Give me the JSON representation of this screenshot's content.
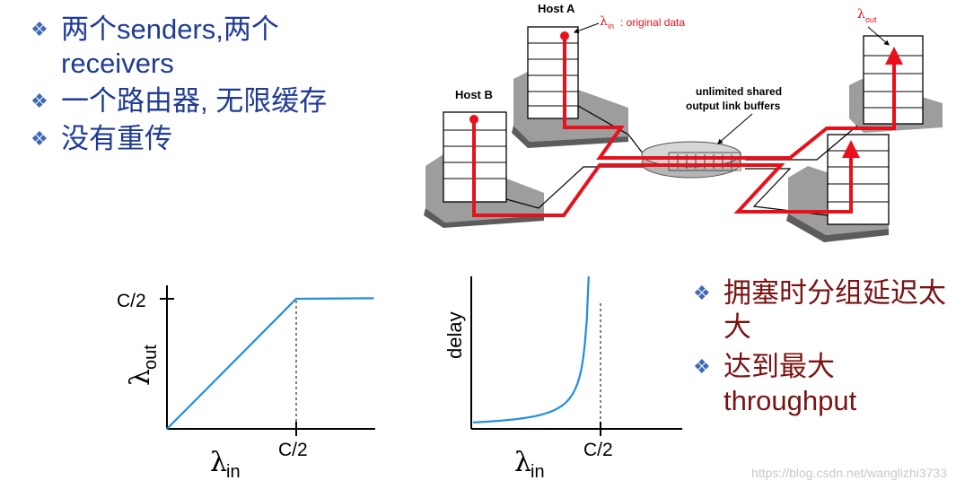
{
  "bullets_top": [
    {
      "text": "两个senders,两个receivers"
    },
    {
      "text": "一个路由器, 无限缓存"
    },
    {
      "text": "没有重传"
    }
  ],
  "bullets_right": [
    {
      "text": "拥塞时分组延迟太大"
    },
    {
      "text": "达到最大throughput"
    }
  ],
  "network": {
    "host_a": "Host A",
    "host_b": "Host B",
    "lambda_in_symbol": "λ",
    "lambda_in_sub": "in",
    "lambda_in_desc": ": original data",
    "lambda_out_symbol": "λ",
    "lambda_out_sub": "out",
    "router_label_1": "unlimited shared",
    "router_label_2": "output link buffers"
  },
  "chart_data": [
    {
      "type": "line",
      "title": "",
      "xlabel": "λin",
      "ylabel": "λout",
      "x_ticks": [
        "C/2"
      ],
      "y_ticks": [
        "C/2"
      ],
      "series": [
        {
          "values": [
            [
              0,
              0
            ],
            [
              0.5,
              0.5
            ],
            [
              0.8,
              0.502
            ]
          ]
        }
      ]
    },
    {
      "type": "line",
      "title": "",
      "xlabel": "λin",
      "ylabel": "delay",
      "x_ticks": [
        "C/2"
      ],
      "asymptote_x": "C/2",
      "series": [
        {
          "values": "delay grows without bound as λin approaches C/2"
        }
      ]
    }
  ],
  "charts_text": {
    "c1_ytick": "C/2",
    "c1_xtick": "C/2",
    "c1_ylabel_main": "λ",
    "c1_ylabel_sub": "out",
    "c1_xlabel_main": "λ",
    "c1_xlabel_sub": "in",
    "c2_ylabel": "delay",
    "c2_xtick": "C/2",
    "c2_xlabel_main": "λ",
    "c2_xlabel_sub": "in"
  },
  "watermark": "https://blog.csdn.net/wanglizhi3733",
  "colors": {
    "bullet_blue": "#1f3b93",
    "bullet_red": "#7a1313",
    "flow_red": "#e8101a",
    "curve_blue": "#1f8ee0"
  }
}
